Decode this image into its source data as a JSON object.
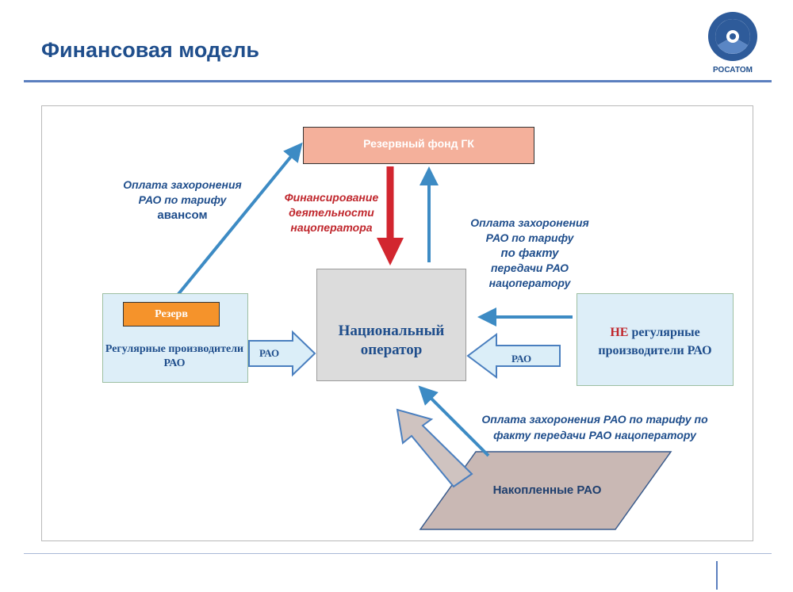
{
  "slide": {
    "title": "Финансовая модель",
    "logo_text": "РОСАТОМ"
  },
  "nodes": {
    "reserve_fund": "Резервный фонд ГК",
    "national_operator": "Национальный оператор",
    "regular_producers": "Регулярные производители РАО",
    "reserve": "Резерв",
    "irregular_producers_ne": "НЕ",
    "irregular_producers_rest": "регулярные производители РАО",
    "accumulated": "Накопленные РАО"
  },
  "labels": {
    "pay_advance": "Оплата захоронения РАО по тарифу",
    "pay_advance_emph": "авансом",
    "financing": "Финансирование деятельности нацоператора",
    "pay_fact_pre": "Оплата захоронения РАО по тарифу",
    "pay_fact_emph": "по факту",
    "pay_fact_post": "передачи РАО нацоператору",
    "pay_accumulated": "Оплата захоронения РАО по тарифу по факту передачи РАО нацоператору",
    "rao_left": "РАО",
    "rao_right": "РАО"
  },
  "colors": {
    "title": "#1f4e8c",
    "accent_red": "#c0272d",
    "arrow_blue": "#3d8bc4",
    "fund_fill": "#f4b09b",
    "reserve_fill": "#f5932b",
    "producer_fill": "#ddeef8",
    "operator_fill": "#dcdcdc",
    "accum_fill": "#c9b8b4"
  }
}
